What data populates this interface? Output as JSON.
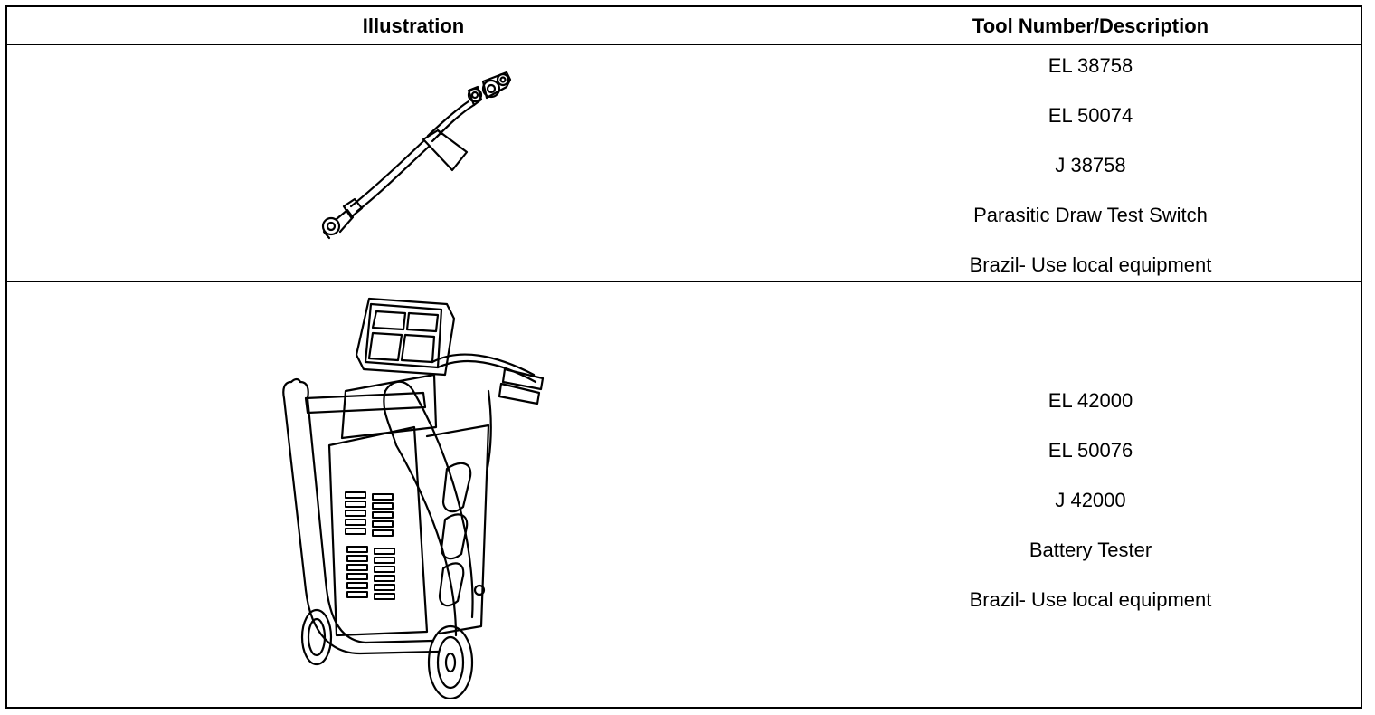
{
  "header": {
    "illustration_label": "Illustration",
    "tool_label": "Tool Number/Description"
  },
  "rows": [
    {
      "image_name": "parasitic-draw-test-switch-illustration",
      "lines": [
        "EL 38758",
        "EL 50074",
        "J 38758",
        "Parasitic Draw Test Switch",
        "Brazil- Use local equipment"
      ]
    },
    {
      "image_name": "battery-tester-illustration",
      "lines": [
        "EL 42000",
        "EL 50076",
        "J 42000",
        "Battery Tester",
        "Brazil- Use local equipment"
      ]
    }
  ]
}
